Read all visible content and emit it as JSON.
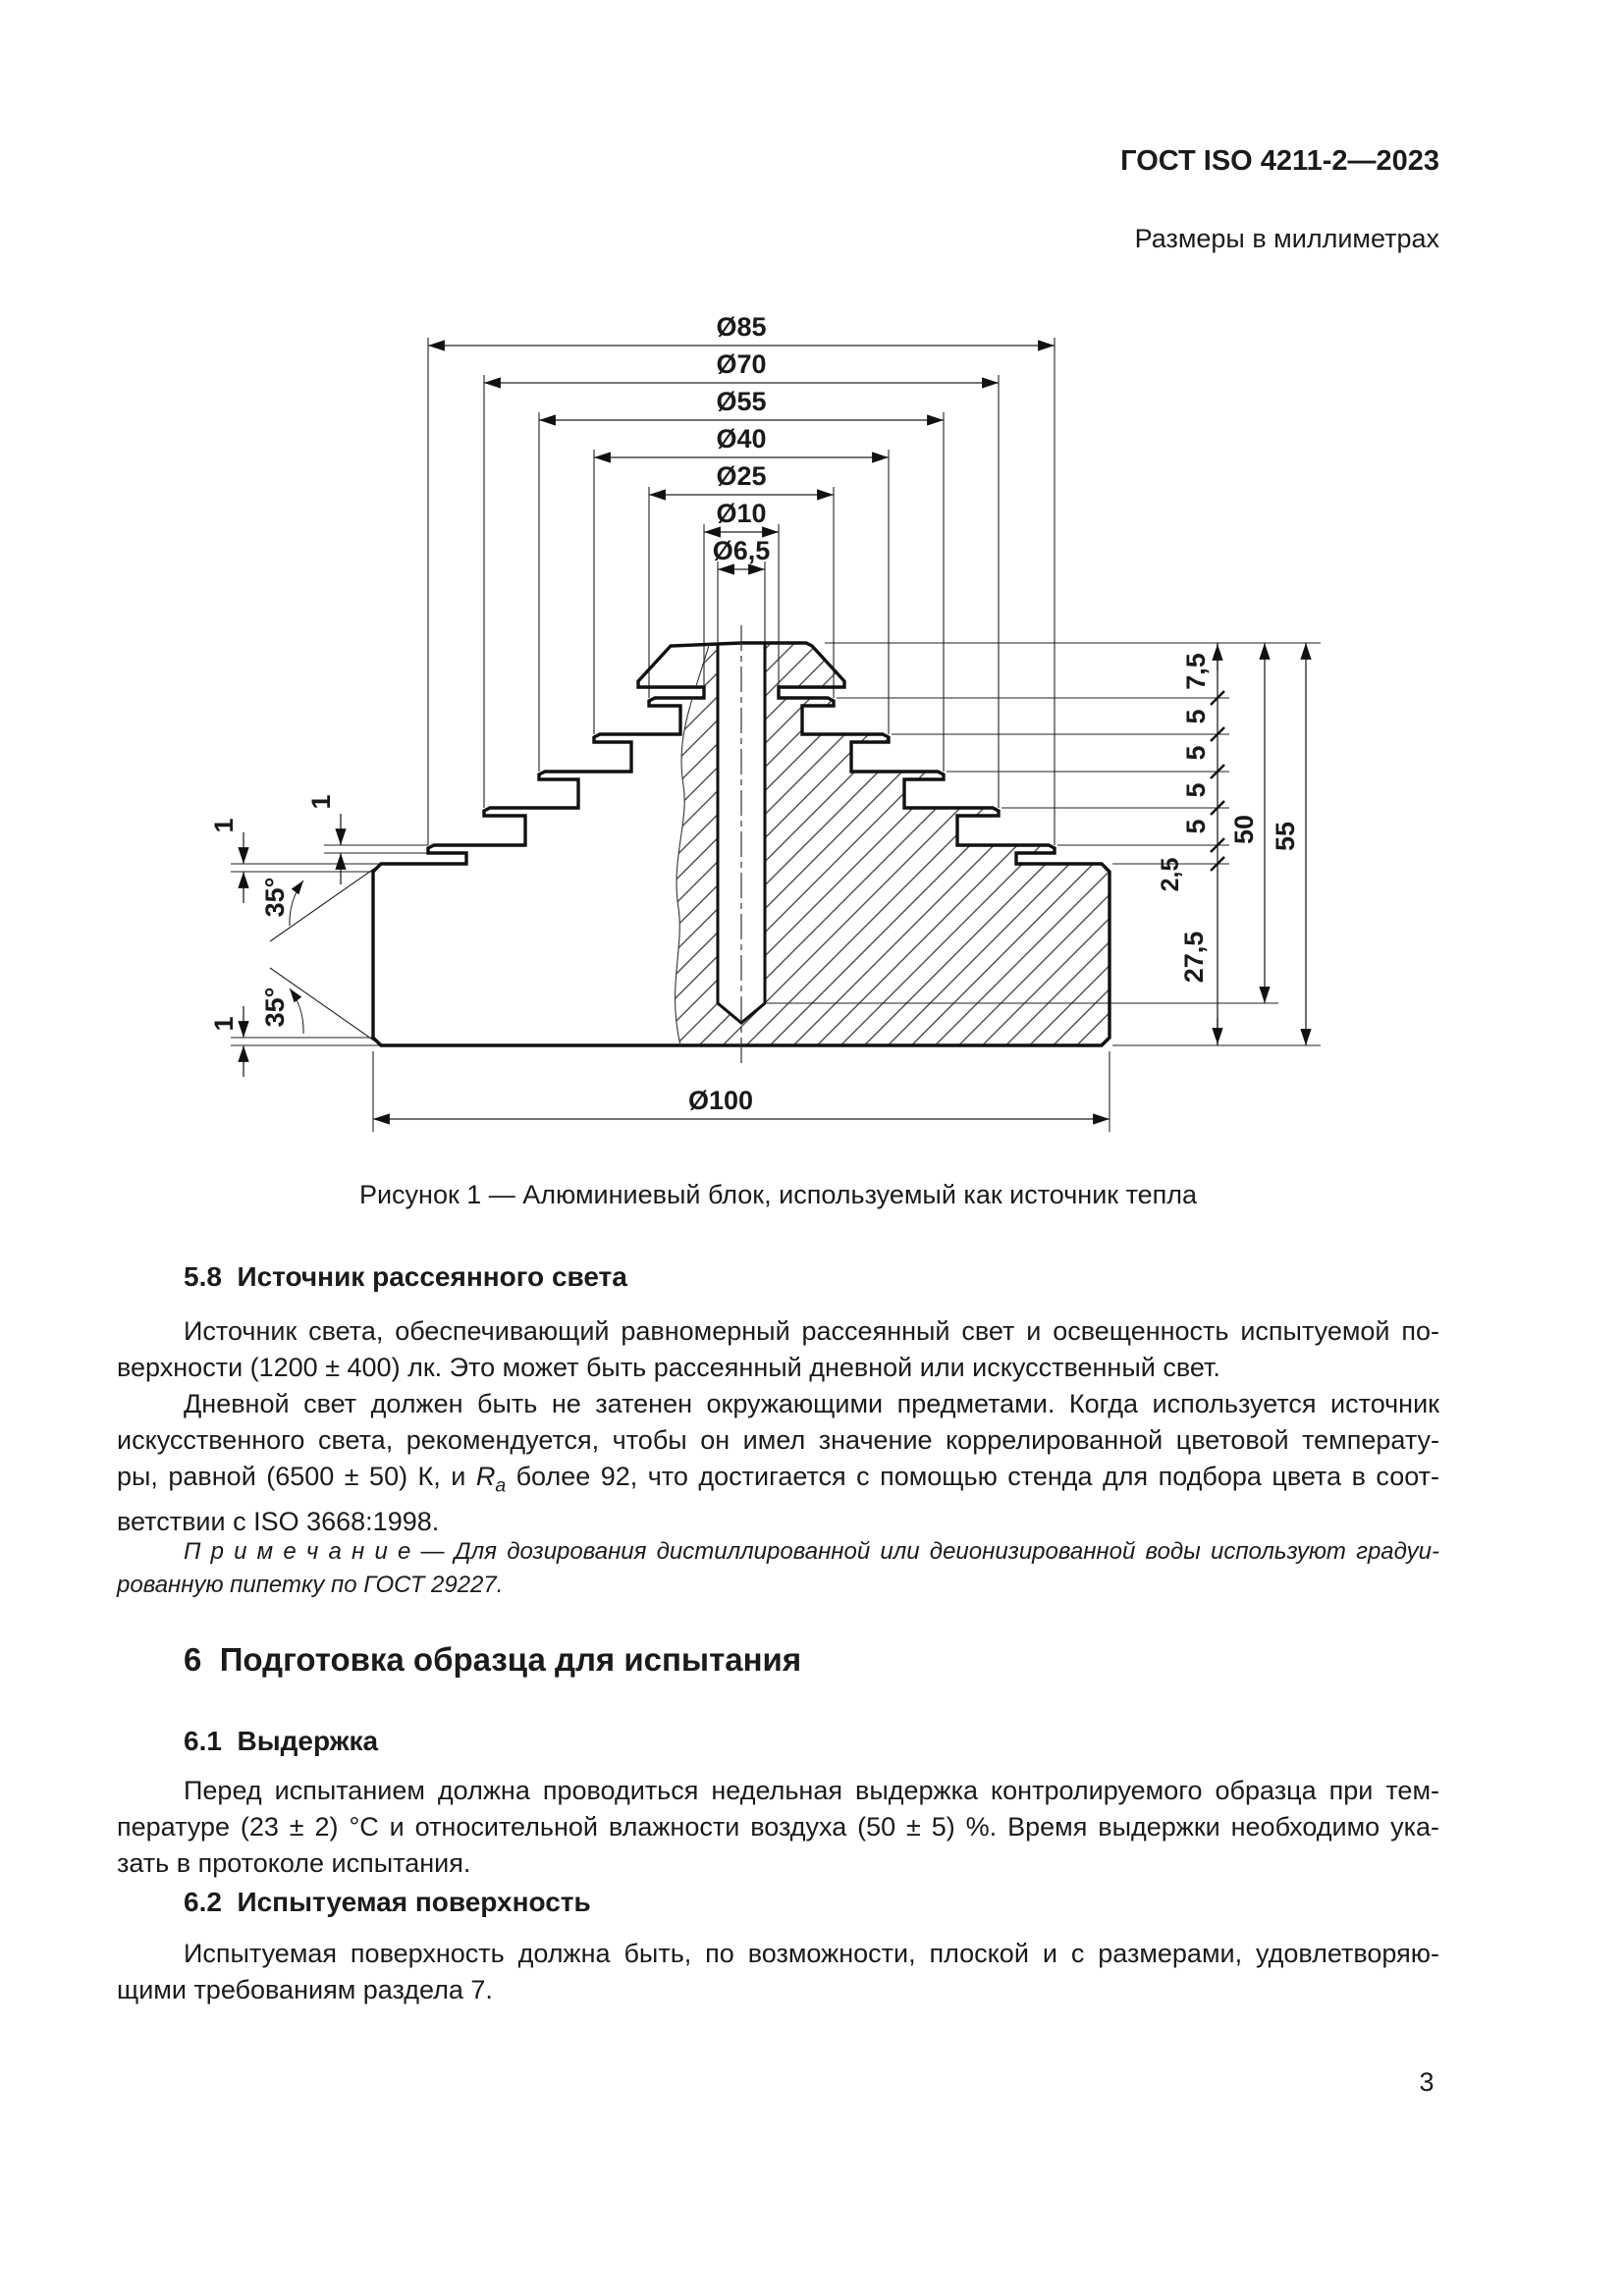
{
  "page": {
    "standard_ref": "ГОСТ ISO 4211-2—2023",
    "dimension_note": "Размеры в миллиметрах",
    "page_number": "3"
  },
  "figure": {
    "caption": "Рисунок 1 — Алюминиевый блок, используемый как источник тепла",
    "dims": {
      "d85": "Ø85",
      "d70": "Ø70",
      "d55": "Ø55",
      "d40": "Ø40",
      "d25": "Ø25",
      "d10": "Ø10",
      "d65": "Ø6,5",
      "d100": "Ø100",
      "h75": "7,5",
      "h5a": "5",
      "h5b": "5",
      "h5c": "5",
      "h5d": "5",
      "h25": "2,5",
      "h275": "27,5",
      "h50": "50",
      "h55": "55",
      "t1a": "1",
      "t1b": "1",
      "t1c": "1",
      "a35a": "35°",
      "a35b": "35°"
    }
  },
  "sections": {
    "s58": {
      "heading": "5.8  Источник рассеянного света",
      "p1_lines": [
        "Источник света, обеспечивающий равномерный рассеянный свет и освещенность испытуемой по-",
        "верхности (1200 ± 400) лк. Это может быть рассеянный дневной или искусственный свет."
      ],
      "p2_lines": [
        "Дневной свет должен быть не затенен окружающими предметами. Когда используется источник",
        "искусственного света, рекомендуется, чтобы он имел значение коррелированной цветовой температу-",
        "ры, равной (6500 ± 50) К, и {Ra} более 92, что достигается с помощью стенда для подбора цвета в соот-",
        "ветствии с ISO 3668:1998."
      ],
      "ra": {
        "base": "R",
        "sub": "a"
      },
      "note_lines": [
        "П р и м е ч а н и е  — Для дозирования дистиллированной или деионизированной воды используют градуи-",
        "рованную пипетку по ГОСТ 29227."
      ]
    },
    "s6": {
      "heading": "6  Подготовка образца для испытания",
      "s61": {
        "heading": "6.1  Выдержка",
        "p_lines": [
          "Перед испытанием должна проводиться недельная выдержка контролируемого образца при тем-",
          "пературе (23 ± 2) °С и относительной влажности воздуха (50 ± 5) %. Время выдержки необходимо ука-",
          "зать в протоколе испытания."
        ]
      },
      "s62": {
        "heading": "6.2  Испытуемая поверхность",
        "p_lines": [
          "Испытуемая поверхность должна быть, по возможности, плоской и с размерами, удовлетворяю-",
          "щими требованиям раздела 7."
        ]
      }
    }
  }
}
